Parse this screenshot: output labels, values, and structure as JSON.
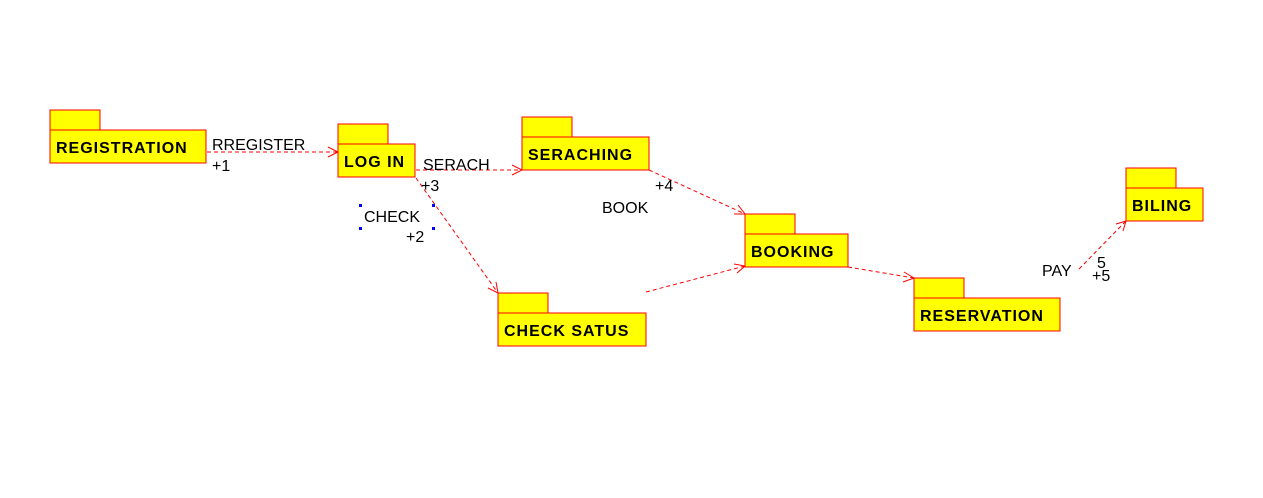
{
  "diagram": {
    "packages": [
      {
        "id": "registration",
        "name": "REGISTRATION"
      },
      {
        "id": "login",
        "name": "LOG IN"
      },
      {
        "id": "searching",
        "name": "SERACHING"
      },
      {
        "id": "check_status",
        "name": "CHECK SATUS"
      },
      {
        "id": "booking",
        "name": "BOOKING"
      },
      {
        "id": "reservation",
        "name": "RESERVATION"
      },
      {
        "id": "billing",
        "name": "BILING"
      }
    ],
    "edges": [
      {
        "from": "registration",
        "to": "login",
        "label": "RREGISTER",
        "multiplicity": "+1"
      },
      {
        "from": "login",
        "to": "searching",
        "label": "SERACH",
        "multiplicity": "+3"
      },
      {
        "from": "login",
        "to": "check_status",
        "label": "CHECK",
        "multiplicity": "+2"
      },
      {
        "from": "searching",
        "to": "booking",
        "label": "BOOK",
        "multiplicity": "+4"
      },
      {
        "from": "check_status",
        "to": "booking",
        "label": "",
        "multiplicity": ""
      },
      {
        "from": "booking",
        "to": "reservation",
        "label": "",
        "multiplicity": ""
      },
      {
        "from": "reservation",
        "to": "billing",
        "label": "PAY",
        "multiplicity": "+5",
        "extra": "5"
      }
    ]
  }
}
